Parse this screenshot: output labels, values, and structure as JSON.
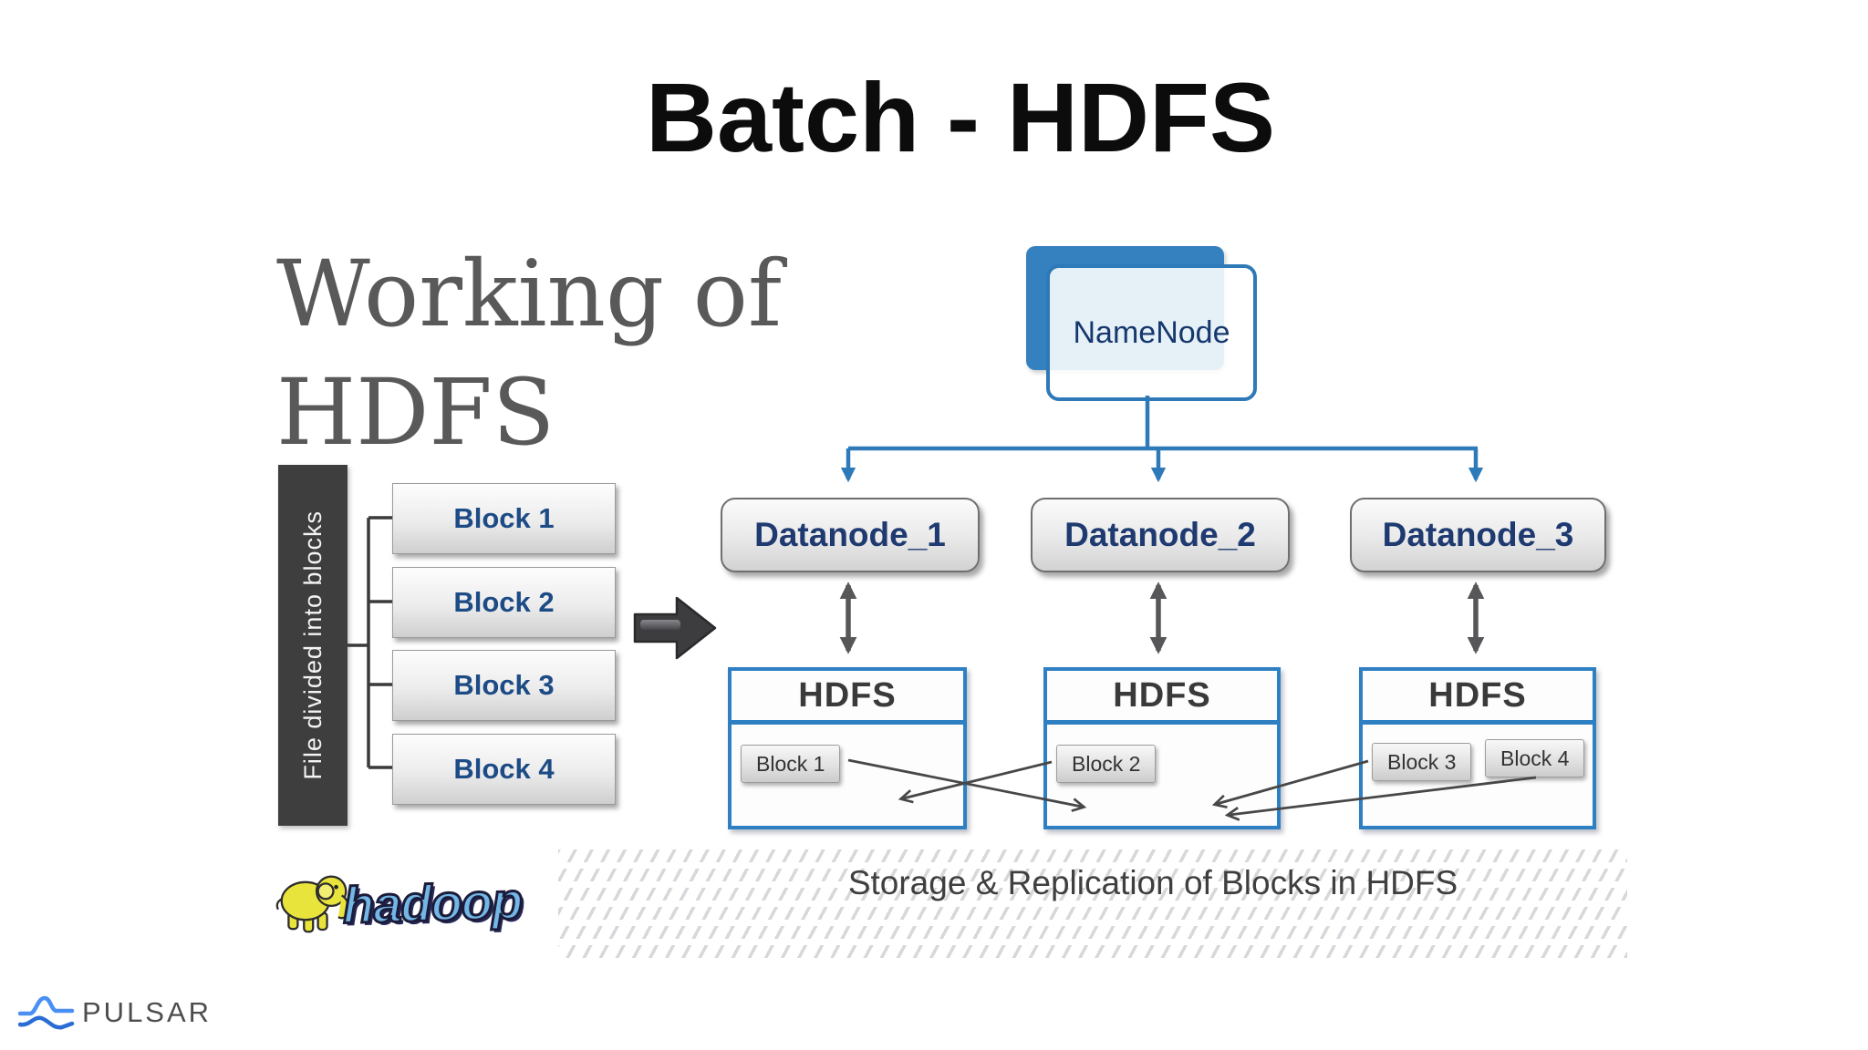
{
  "slide": {
    "title": "Batch - HDFS",
    "caption": "Storage & Replication of Blocks in HDFS"
  },
  "left_panel": {
    "heading": {
      "line1": "Working of",
      "line2": "HDFS"
    },
    "bar_label": "File divided into blocks",
    "blocks": [
      {
        "label": "Block 1"
      },
      {
        "label": "Block 2"
      },
      {
        "label": "Block 3"
      },
      {
        "label": "Block 4"
      }
    ]
  },
  "cluster": {
    "namenode": {
      "label": "NameNode"
    },
    "datanodes": [
      {
        "label": "Datanode_1"
      },
      {
        "label": "Datanode_2"
      },
      {
        "label": "Datanode_3"
      }
    ],
    "hdfs_nodes": [
      {
        "title": "HDFS",
        "blocks": [
          {
            "label": "Block 1"
          }
        ]
      },
      {
        "title": "HDFS",
        "blocks": [
          {
            "label": "Block 2"
          }
        ]
      },
      {
        "title": "HDFS",
        "blocks": [
          {
            "label": "Block 3"
          },
          {
            "label": "Block 4"
          }
        ]
      }
    ]
  },
  "logos": {
    "hadoop": {
      "text": "hadoop",
      "icon": "elephant-icon"
    },
    "pulsar": {
      "text": "PULSAR",
      "icon": "pulse-wave-icon"
    }
  },
  "colors": {
    "accent_blue": "#2e7ab9",
    "hdfs_border_blue": "#2e80c2",
    "namenode_back_blue": "#3580bf",
    "navy_text": "#1e3a70",
    "block_text_navy": "#1d4b85",
    "dark_bar_gray": "#3e3e3e",
    "arrow_gray": "#57575a",
    "replication_arrow_gray": "#474747",
    "caption_gray": "#3f3f3f",
    "heading_gray": "#595959",
    "hadoop_blue": "#72b7e6",
    "hadoop_yellow": "#e9e43c",
    "pulsar_blue": "#3b82f6"
  }
}
